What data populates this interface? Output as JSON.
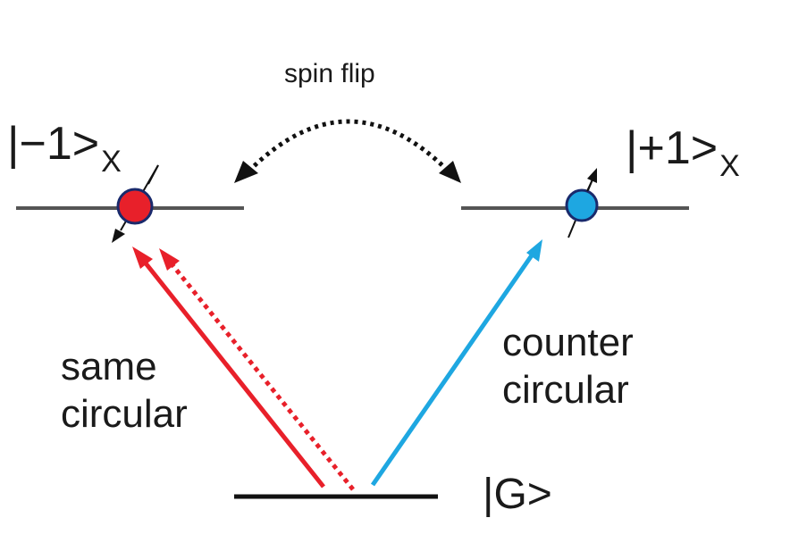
{
  "levels": {
    "minus_one": {
      "label": "|−1>",
      "subscript": "X"
    },
    "plus_one": {
      "label": "|+1>",
      "subscript": "X"
    },
    "ground": {
      "label": "|G>"
    }
  },
  "transitions": {
    "same_circular": {
      "label": "same circular"
    },
    "counter_circular": {
      "label": "counter circular"
    },
    "spin_flip": {
      "label": "spin flip"
    }
  },
  "colors": {
    "red_transition": "#e8202a",
    "blue_transition": "#1ea7e1",
    "level_line": "#555555",
    "ground_line": "#111111",
    "spin_flip_arrow": "#111111"
  }
}
